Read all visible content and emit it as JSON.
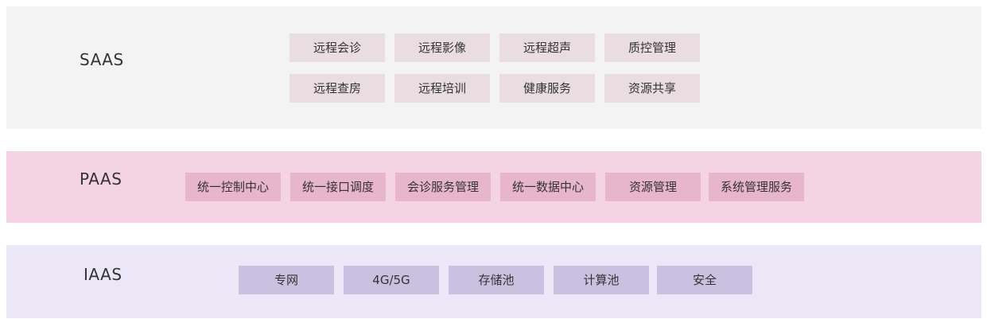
{
  "layers": {
    "saas": {
      "label": "SAAS",
      "items": [
        "远程会诊",
        "远程影像",
        "远程超声",
        "质控管理",
        "远程查房",
        "远程培训",
        "健康服务",
        "资源共享"
      ]
    },
    "paas": {
      "label": "PAAS",
      "items": [
        "统一控制中心",
        "统一接口调度",
        "会诊服务管理",
        "统一数据中心",
        "资源管理",
        "系统管理服务"
      ]
    },
    "iaas": {
      "label": "IAAS",
      "items": [
        "专网",
        "4G/5G",
        "存储池",
        "计算池",
        "安全"
      ]
    }
  },
  "colors": {
    "saas_band": "#f3f3f3",
    "saas_box": "#eadde2",
    "paas_band": "#f4d3e2",
    "paas_box": "#e7b6cc",
    "iaas_band": "#ebe7f7",
    "iaas_box": "#c9c1e0"
  }
}
